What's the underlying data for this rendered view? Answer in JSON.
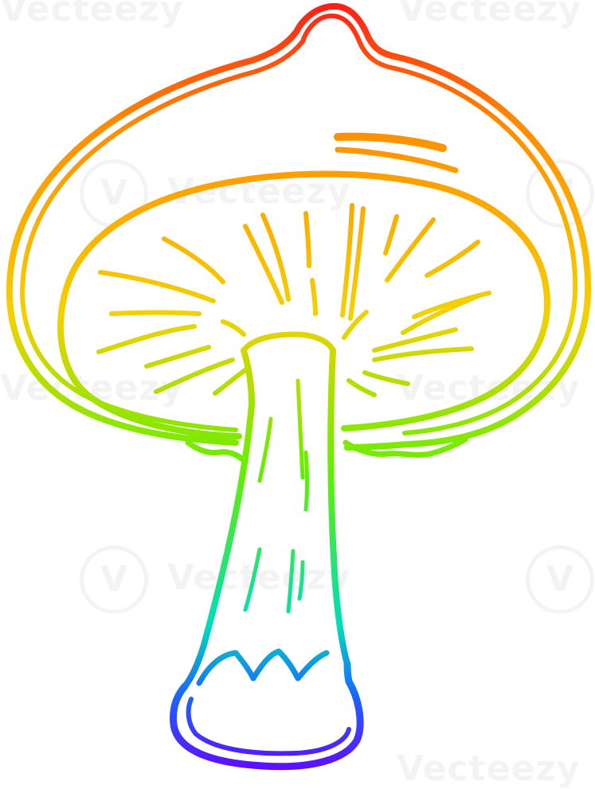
{
  "image": {
    "subject": "mushroom",
    "style": "hand-drawn line art with rainbow gradient stroke",
    "background": "#ffffff"
  },
  "gradient": {
    "top": "#ff1a1a",
    "orange": "#ff8c00",
    "yellow": "#f5d000",
    "green": "#66ee00",
    "cyan": "#00ddbb",
    "blue": "#1a66ff",
    "bottom": "#6a00ff"
  },
  "watermark": {
    "text": "Vecteezy",
    "opacity": 0.045
  }
}
